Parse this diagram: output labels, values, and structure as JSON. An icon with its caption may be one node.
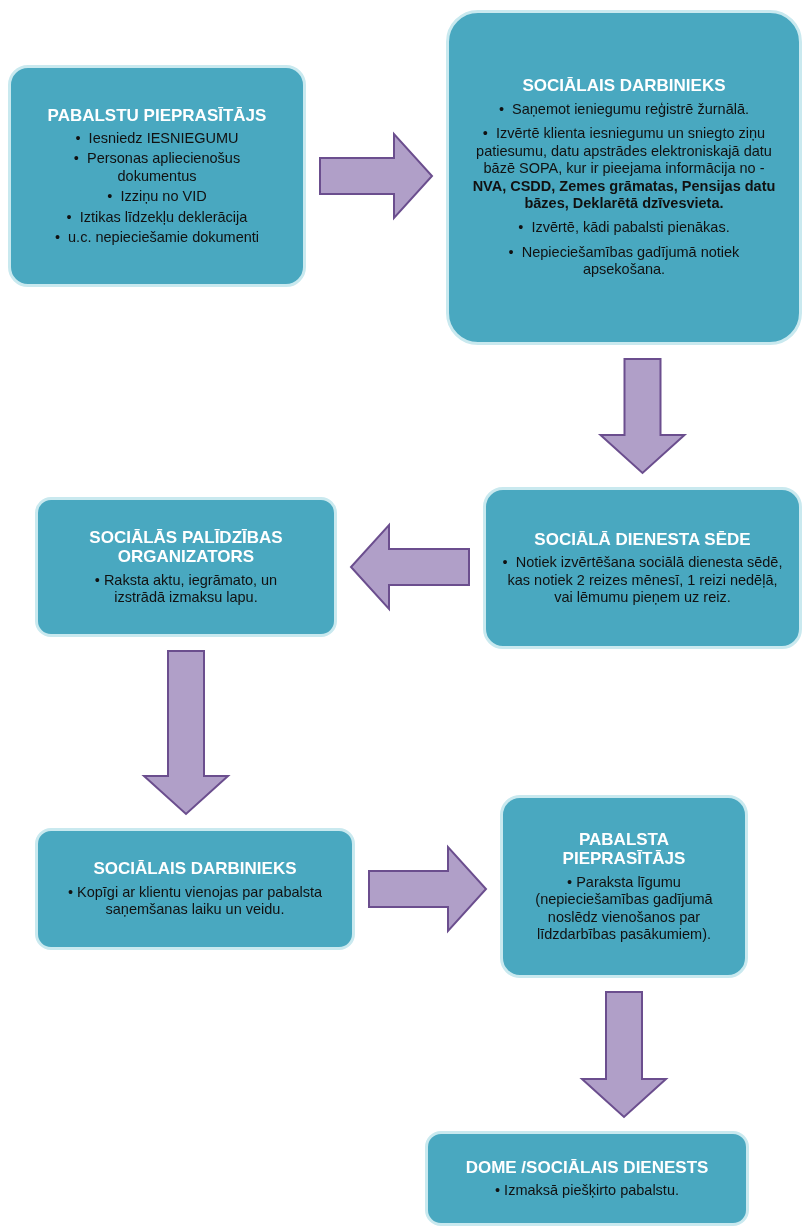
{
  "diagram": {
    "nodes": [
      {
        "text": [
          "PABALSTU PIEPRASĪTĀJS",
          "•  Iesniedz IESNIEGUMU",
          "•  Personas apliecienošus dokumentus",
          "•  Izziņu no VID",
          "•  Iztikas līdzekļu deklerācija",
          "•  u.c. nepieciešamie dokumenti"
        ]
      },
      {
        "text": [
          "SOCIĀLAIS DARBINIEKS",
          "•  Saņemot ieniegumu reģistrē žurnālā.",
          "•  Izvērtē klienta iesniegumu un sniegto ziņu patiesumu, datu apstrādes elektroniskajā datu bāzē SOPA, kur ir pieejama informācija no -**NVA, CSDD, Zemes grāmatas, Pensijas datu bāzes, Deklarētā dzīvesvieta.**",
          "•  Izvērtē, kādi pabalsti pienākas.",
          "•  Nepieciešamības gadījumā notiek apsekošana."
        ]
      },
      {
        "text": [
          "SOCIĀLĀ DIENESTA SĒDE",
          "•  Notiek izvērtēšana sociālā dienesta sēdē, kas notiek 2 reizes mēnesī, 1 reizi nedēļā, vai lēmumu pieņem uz reiz."
        ]
      },
      {
        "text": [
          "SOCIĀLĀS PALĪDZĪBAS ORGANIZATORS",
          "• Raksta aktu, iegrāmato, un izstrādā izmaksu lapu."
        ]
      },
      {
        "text": [
          "SOCIĀLAIS DARBINIEKS",
          "• Kopīgi ar klientu vienojas par pabalsta saņemšanas laiku un veidu."
        ]
      },
      {
        "text": [
          "PABALSTA PIEPRASĪTĀJS",
          "• Paraksta līgumu (nepieciešamības gadījumā noslēdz vienošanos par līdzdarbības pasākumiem)."
        ]
      },
      {
        "text": [
          "DOME /SOCIĀLAIS DIENESTS",
          "• Izmaksā piešķirto pabalstu."
        ]
      }
    ],
    "edges": [
      {
        "from": 0,
        "to": 1,
        "arrow": "to"
      },
      {
        "from": 1,
        "to": 2,
        "arrow": "to"
      },
      {
        "from": 2,
        "to": 3,
        "arrow": "to"
      },
      {
        "from": 3,
        "to": 4,
        "arrow": "to"
      },
      {
        "from": 4,
        "to": 5,
        "arrow": "to"
      },
      {
        "from": 5,
        "to": 6,
        "arrow": "to"
      }
    ]
  }
}
